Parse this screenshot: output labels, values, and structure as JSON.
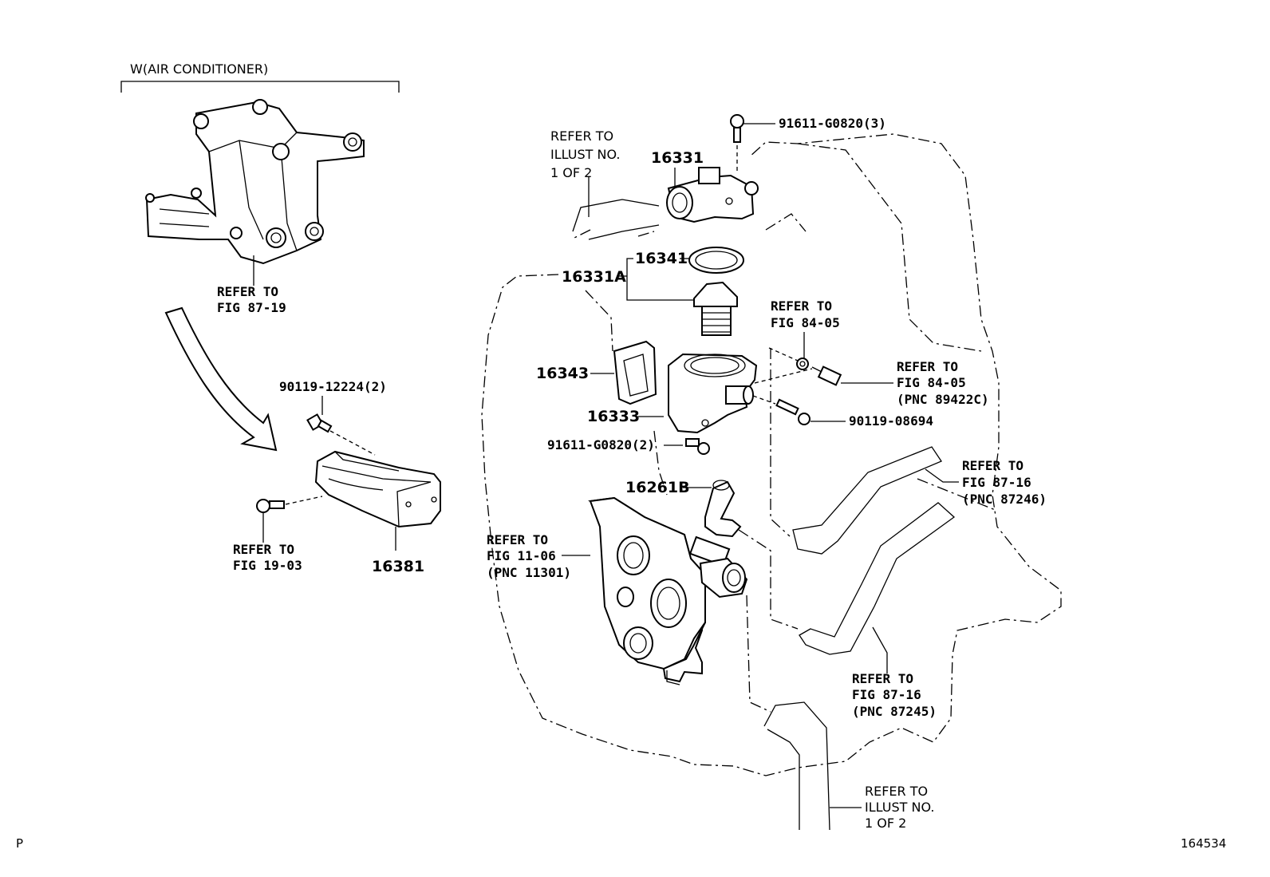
{
  "header": {
    "variant_label": "W(AIR CONDITIONER)"
  },
  "references": {
    "fig_87_19": {
      "line1": "REFER TO",
      "line2": "FIG 87-19"
    },
    "fig_19_03": {
      "line1": "REFER TO",
      "line2": "FIG 19-03"
    },
    "illust_top": {
      "line1": "REFER TO",
      "line2": "ILLUST NO.",
      "line3": "1 OF 2"
    },
    "fig_84_05_a": {
      "line1": "REFER TO",
      "line2": "FIG 84-05"
    },
    "fig_84_05_b": {
      "line1": "REFER TO",
      "line2": "FIG 84-05",
      "line3": "(PNC 89422C)"
    },
    "fig_87_16_a": {
      "line1": "REFER TO",
      "line2": "FIG 87-16",
      "line3": "(PNC 87246)"
    },
    "fig_11_06": {
      "line1": "REFER TO",
      "line2": "FIG 11-06",
      "line3": "(PNC 11301)"
    },
    "fig_87_16_b": {
      "line1": "REFER TO",
      "line2": "FIG 87-16",
      "line3": "(PNC 87245)"
    },
    "illust_bottom": {
      "line1": "REFER TO",
      "line2": "ILLUST NO.",
      "line3": "1 OF 2"
    }
  },
  "parts": {
    "bolt_90119_12224": "90119-12224(2)",
    "bracket_16381": "16381",
    "bolt_91611_top": "91611-G0820(3)",
    "outlet_16331": "16331",
    "gasket_16341": "16341",
    "thermostat_16331A": "16331A",
    "gasket_16343": "16343",
    "housing_16333": "16333",
    "bolt_91611_mid": "91611-G0820(2)",
    "bolt_90119_08694": "90119-08694",
    "hose_16261B": "16261B"
  },
  "footer": {
    "left_mark": "P",
    "image_number": "164534"
  }
}
